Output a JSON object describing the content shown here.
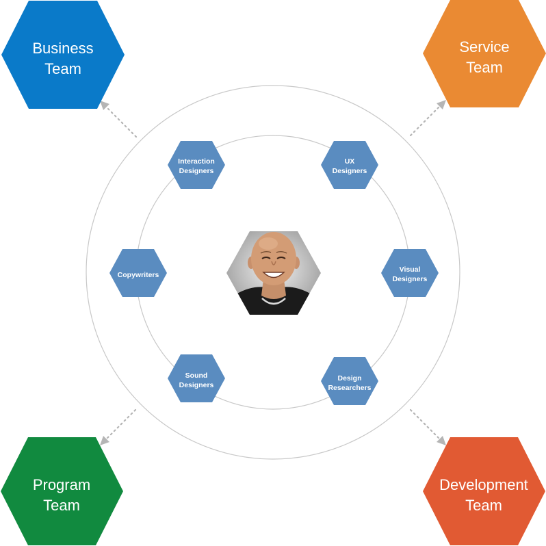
{
  "center": {
    "photo": "portrait of a smiling bald man in a black shirt"
  },
  "roles": {
    "interaction": [
      "Interaction",
      "Designers"
    ],
    "ux": [
      "UX",
      "Designers"
    ],
    "copywriters": [
      "Copywriters"
    ],
    "visual": [
      "Visual",
      "Designers"
    ],
    "sound": [
      "Sound",
      "Designers"
    ],
    "research": [
      "Design",
      "Researchers"
    ]
  },
  "teams": {
    "business": {
      "lines": [
        "Business",
        "Team"
      ],
      "color": "#0a7ac9"
    },
    "service": {
      "lines": [
        "Service",
        "Team"
      ],
      "color": "#ea8a33"
    },
    "program": {
      "lines": [
        "Program",
        "Team"
      ],
      "color": "#118a3f"
    },
    "development": {
      "lines": [
        "Development",
        "Team"
      ],
      "color": "#e15a33"
    }
  },
  "colors": {
    "role_hex": "#5a8cc0",
    "ring": "#c8c8c8",
    "arrow": "#b5b5b5"
  }
}
